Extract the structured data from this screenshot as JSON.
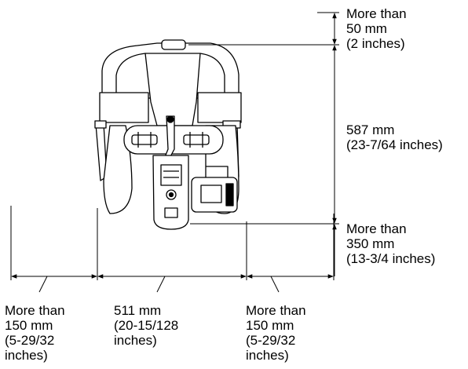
{
  "dimensions": {
    "top_clearance": {
      "lines": [
        "More than",
        "50 mm",
        "(2 inches)"
      ]
    },
    "height": {
      "lines": [
        "587 mm",
        "(23-7/64 inches)"
      ]
    },
    "rear_clearance": {
      "lines": [
        "More than",
        "350 mm",
        "(13-3/4 inches)"
      ]
    },
    "left_clearance": {
      "lines": [
        "More than",
        "150 mm",
        "(5-29/32",
        "inches)"
      ]
    },
    "width": {
      "lines": [
        "511 mm",
        "(20-15/128",
        "inches)"
      ]
    },
    "right_clearance": {
      "lines": [
        "More than",
        "150 mm",
        "(5-29/32",
        "inches)"
      ]
    }
  },
  "colors": {
    "line": "#000000",
    "background": "#ffffff"
  }
}
